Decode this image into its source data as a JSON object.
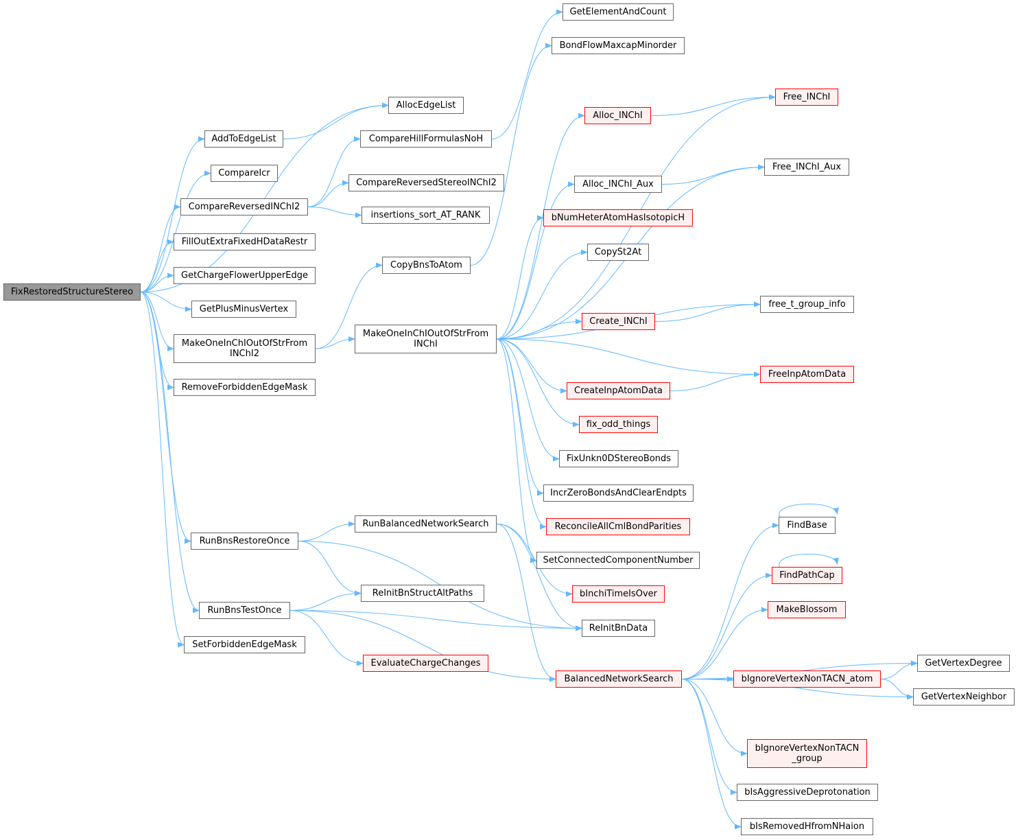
{
  "diagram": {
    "colors": {
      "edge": "#63b8ff",
      "border": "#666666",
      "incomplete_border": "#ff0000",
      "incomplete_fill": "#fff0f0",
      "root_fill": "#999999"
    },
    "root": "FixRestoredStructureStereo",
    "nodes": [
      {
        "id": "FixRestoredStructureStereo",
        "label": "FixRestoredStructureStereo",
        "style": "root"
      },
      {
        "id": "AllocEdgeList",
        "label": "AllocEdgeList",
        "style": "normal"
      },
      {
        "id": "AddToEdgeList",
        "label": "AddToEdgeList",
        "style": "normal"
      },
      {
        "id": "CompareIcr",
        "label": "CompareIcr",
        "style": "normal"
      },
      {
        "id": "CompareReversedINChI2",
        "label": "CompareReversedINChI2",
        "style": "normal"
      },
      {
        "id": "FillOutExtraFixedHDataRestr",
        "label": "FillOutExtraFixedHDataRestr",
        "style": "normal"
      },
      {
        "id": "GetChargeFlowerUpperEdge",
        "label": "GetChargeFlowerUpperEdge",
        "style": "normal"
      },
      {
        "id": "GetPlusMinusVertex",
        "label": "GetPlusMinusVertex",
        "style": "normal"
      },
      {
        "id": "MakeOneInChIOutOfStrFromINChI2",
        "label": "MakeOneInChIOutOfStrFrom\nINChI2",
        "style": "normal"
      },
      {
        "id": "RemoveForbiddenEdgeMask",
        "label": "RemoveForbiddenEdgeMask",
        "style": "normal"
      },
      {
        "id": "RunBnsRestoreOnce",
        "label": "RunBnsRestoreOnce",
        "style": "normal"
      },
      {
        "id": "RunBnsTestOnce",
        "label": "RunBnsTestOnce",
        "style": "normal"
      },
      {
        "id": "SetForbiddenEdgeMask",
        "label": "SetForbiddenEdgeMask",
        "style": "normal"
      },
      {
        "id": "CompareHillFormulasNoH",
        "label": "CompareHillFormulasNoH",
        "style": "normal"
      },
      {
        "id": "CompareReversedStereoINChI2",
        "label": "CompareReversedStereoINChI2",
        "style": "normal"
      },
      {
        "id": "insertions_sort_AT_RANK",
        "label": "insertions_sort_AT_RANK",
        "style": "normal"
      },
      {
        "id": "CopyBnsToAtom",
        "label": "CopyBnsToAtom",
        "style": "normal"
      },
      {
        "id": "MakeOneInChIOutOfStrFromINChI",
        "label": "MakeOneInChIOutOfStrFrom\nINChI",
        "style": "normal"
      },
      {
        "id": "RunBalancedNetworkSearch",
        "label": "RunBalancedNetworkSearch",
        "style": "normal"
      },
      {
        "id": "ReInitBnStructAltPaths",
        "label": "ReInitBnStructAltPaths",
        "style": "normal"
      },
      {
        "id": "EvaluateChargeChanges",
        "label": "EvaluateChargeChanges",
        "style": "red"
      },
      {
        "id": "BalancedNetworkSearch",
        "label": "BalancedNetworkSearch",
        "style": "red"
      },
      {
        "id": "GetElementAndCount",
        "label": "GetElementAndCount",
        "style": "normal"
      },
      {
        "id": "BondFlowMaxcapMinorder",
        "label": "BondFlowMaxcapMinorder",
        "style": "normal"
      },
      {
        "id": "Alloc_INChI",
        "label": "Alloc_INChI",
        "style": "red"
      },
      {
        "id": "Alloc_INChI_Aux",
        "label": "Alloc_INChI_Aux",
        "style": "normal"
      },
      {
        "id": "bNumHeterAtomHasIsotopicH",
        "label": "bNumHeterAtomHasIsotopicH",
        "style": "red"
      },
      {
        "id": "CopySt2At",
        "label": "CopySt2At",
        "style": "normal"
      },
      {
        "id": "Create_INChI",
        "label": "Create_INChI",
        "style": "red"
      },
      {
        "id": "CreateInpAtomData",
        "label": "CreateInpAtomData",
        "style": "red"
      },
      {
        "id": "fix_odd_things",
        "label": "fix_odd_things",
        "style": "red"
      },
      {
        "id": "FixUnkn0DStereoBonds",
        "label": "FixUnkn0DStereoBonds",
        "style": "normal"
      },
      {
        "id": "IncrZeroBondsAndClearEndpts",
        "label": "IncrZeroBondsAndClearEndpts",
        "style": "normal"
      },
      {
        "id": "ReconcileAllCmlBondParities",
        "label": "ReconcileAllCmlBondParities",
        "style": "red"
      },
      {
        "id": "SetConnectedComponentNumber",
        "label": "SetConnectedComponentNumber",
        "style": "normal"
      },
      {
        "id": "bInchiTimeIsOver",
        "label": "bInchiTimeIsOver",
        "style": "red"
      },
      {
        "id": "ReInitBnData",
        "label": "ReInitBnData",
        "style": "normal"
      },
      {
        "id": "Free_INChI",
        "label": "Free_INChI",
        "style": "red"
      },
      {
        "id": "Free_INChI_Aux",
        "label": "Free_INChI_Aux",
        "style": "normal"
      },
      {
        "id": "free_t_group_info",
        "label": "free_t_group_info",
        "style": "normal"
      },
      {
        "id": "FreeInpAtomData",
        "label": "FreeInpAtomData",
        "style": "red"
      },
      {
        "id": "FindBase",
        "label": "FindBase",
        "style": "normal"
      },
      {
        "id": "FindPathCap",
        "label": "FindPathCap",
        "style": "red"
      },
      {
        "id": "MakeBlossom",
        "label": "MakeBlossom",
        "style": "red"
      },
      {
        "id": "bIgnoreVertexNonTACN_atom",
        "label": "bIgnoreVertexNonTACN_atom",
        "style": "red"
      },
      {
        "id": "bIgnoreVertexNonTACN_group",
        "label": "bIgnoreVertexNonTACN\n_group",
        "style": "red"
      },
      {
        "id": "bIsAggressiveDeprotonation",
        "label": "bIsAggressiveDeprotonation",
        "style": "normal"
      },
      {
        "id": "bIsRemovedHfromNHaion",
        "label": "bIsRemovedHfromNHaion",
        "style": "normal"
      },
      {
        "id": "GetVertexDegree",
        "label": "GetVertexDegree",
        "style": "normal"
      },
      {
        "id": "GetVertexNeighbor",
        "label": "GetVertexNeighbor",
        "style": "normal"
      }
    ],
    "edges": [
      [
        "FixRestoredStructureStereo",
        "AllocEdgeList"
      ],
      [
        "FixRestoredStructureStereo",
        "AddToEdgeList"
      ],
      [
        "FixRestoredStructureStereo",
        "CompareIcr"
      ],
      [
        "FixRestoredStructureStereo",
        "CompareReversedINChI2"
      ],
      [
        "FixRestoredStructureStereo",
        "FillOutExtraFixedHDataRestr"
      ],
      [
        "FixRestoredStructureStereo",
        "GetChargeFlowerUpperEdge"
      ],
      [
        "FixRestoredStructureStereo",
        "GetPlusMinusVertex"
      ],
      [
        "FixRestoredStructureStereo",
        "MakeOneInChIOutOfStrFromINChI2"
      ],
      [
        "FixRestoredStructureStereo",
        "RemoveForbiddenEdgeMask"
      ],
      [
        "FixRestoredStructureStereo",
        "RunBnsRestoreOnce"
      ],
      [
        "FixRestoredStructureStereo",
        "RunBnsTestOnce"
      ],
      [
        "FixRestoredStructureStereo",
        "SetForbiddenEdgeMask"
      ],
      [
        "AddToEdgeList",
        "AllocEdgeList"
      ],
      [
        "CompareReversedINChI2",
        "CompareHillFormulasNoH"
      ],
      [
        "CompareReversedINChI2",
        "CompareReversedStereoINChI2"
      ],
      [
        "CompareReversedINChI2",
        "insertions_sort_AT_RANK"
      ],
      [
        "CompareHillFormulasNoH",
        "GetElementAndCount"
      ],
      [
        "MakeOneInChIOutOfStrFromINChI2",
        "CopyBnsToAtom"
      ],
      [
        "MakeOneInChIOutOfStrFromINChI2",
        "MakeOneInChIOutOfStrFromINChI"
      ],
      [
        "CopyBnsToAtom",
        "BondFlowMaxcapMinorder"
      ],
      [
        "MakeOneInChIOutOfStrFromINChI",
        "Alloc_INChI"
      ],
      [
        "MakeOneInChIOutOfStrFromINChI",
        "Alloc_INChI_Aux"
      ],
      [
        "MakeOneInChIOutOfStrFromINChI",
        "bNumHeterAtomHasIsotopicH"
      ],
      [
        "MakeOneInChIOutOfStrFromINChI",
        "CopySt2At"
      ],
      [
        "MakeOneInChIOutOfStrFromINChI",
        "Create_INChI"
      ],
      [
        "MakeOneInChIOutOfStrFromINChI",
        "CreateInpAtomData"
      ],
      [
        "MakeOneInChIOutOfStrFromINChI",
        "fix_odd_things"
      ],
      [
        "MakeOneInChIOutOfStrFromINChI",
        "FixUnkn0DStereoBonds"
      ],
      [
        "MakeOneInChIOutOfStrFromINChI",
        "IncrZeroBondsAndClearEndpts"
      ],
      [
        "MakeOneInChIOutOfStrFromINChI",
        "ReconcileAllCmlBondParities"
      ],
      [
        "MakeOneInChIOutOfStrFromINChI",
        "SetConnectedComponentNumber"
      ],
      [
        "MakeOneInChIOutOfStrFromINChI",
        "Free_INChI"
      ],
      [
        "MakeOneInChIOutOfStrFromINChI",
        "Free_INChI_Aux"
      ],
      [
        "MakeOneInChIOutOfStrFromINChI",
        "free_t_group_info"
      ],
      [
        "MakeOneInChIOutOfStrFromINChI",
        "FreeInpAtomData"
      ],
      [
        "Alloc_INChI",
        "Free_INChI"
      ],
      [
        "Alloc_INChI_Aux",
        "Free_INChI_Aux"
      ],
      [
        "Create_INChI",
        "free_t_group_info"
      ],
      [
        "CreateInpAtomData",
        "FreeInpAtomData"
      ],
      [
        "RunBnsRestoreOnce",
        "RunBalancedNetworkSearch"
      ],
      [
        "RunBnsRestoreOnce",
        "ReInitBnStructAltPaths"
      ],
      [
        "RunBnsRestoreOnce",
        "ReInitBnData"
      ],
      [
        "RunBnsTestOnce",
        "ReInitBnStructAltPaths"
      ],
      [
        "RunBnsTestOnce",
        "EvaluateChargeChanges"
      ],
      [
        "RunBnsTestOnce",
        "BalancedNetworkSearch"
      ],
      [
        "RunBnsTestOnce",
        "ReInitBnData"
      ],
      [
        "RunBalancedNetworkSearch",
        "BalancedNetworkSearch"
      ],
      [
        "RunBalancedNetworkSearch",
        "bInchiTimeIsOver"
      ],
      [
        "RunBalancedNetworkSearch",
        "ReInitBnData"
      ],
      [
        "BalancedNetworkSearch",
        "FindBase"
      ],
      [
        "BalancedNetworkSearch",
        "FindPathCap"
      ],
      [
        "BalancedNetworkSearch",
        "MakeBlossom"
      ],
      [
        "BalancedNetworkSearch",
        "GetVertexDegree"
      ],
      [
        "BalancedNetworkSearch",
        "bIgnoreVertexNonTACN_atom"
      ],
      [
        "BalancedNetworkSearch",
        "GetVertexNeighbor"
      ],
      [
        "BalancedNetworkSearch",
        "bIgnoreVertexNonTACN_group"
      ],
      [
        "BalancedNetworkSearch",
        "bIsAggressiveDeprotonation"
      ],
      [
        "BalancedNetworkSearch",
        "bIsRemovedHfromNHaion"
      ],
      [
        "bIgnoreVertexNonTACN_atom",
        "GetVertexDegree"
      ],
      [
        "bIgnoreVertexNonTACN_atom",
        "GetVertexNeighbor"
      ],
      [
        "FindBase",
        "FindBase"
      ],
      [
        "FindPathCap",
        "FindPathCap"
      ]
    ]
  }
}
